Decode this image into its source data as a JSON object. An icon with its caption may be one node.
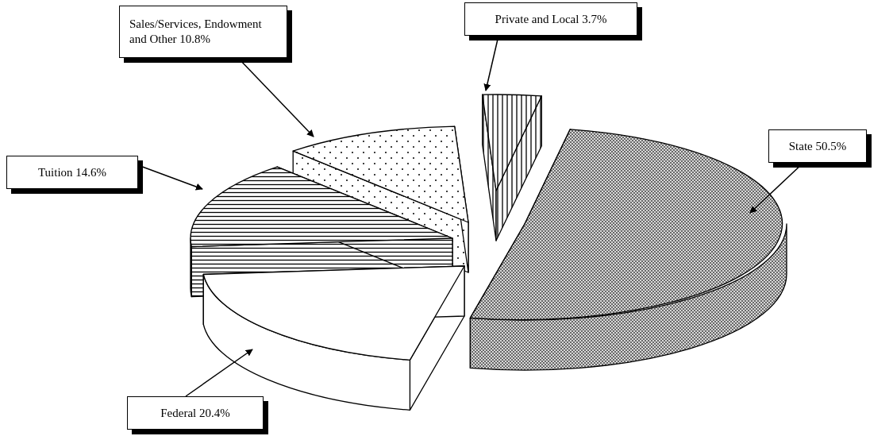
{
  "diagram": {
    "nodes": [
      {
        "text": [
          "Sales/Services, Endowment and Other 10.8%"
        ]
      },
      {
        "text": [
          "Private and Local 3.7%"
        ]
      },
      {
        "text": [
          "State 50.5%"
        ]
      },
      {
        "text": [
          "Tuition 14.6%"
        ]
      },
      {
        "text": [
          "Federal 20.4%"
        ]
      },
      {
        "text": [],
        "shape": "wedge"
      },
      {
        "text": [],
        "shape": "wedge"
      },
      {
        "text": [],
        "shape": "wedge"
      },
      {
        "text": [],
        "shape": "wedge"
      },
      {
        "text": [],
        "shape": "wedge"
      }
    ],
    "edges": [
      {
        "from": 0,
        "to": 5,
        "arrow": "to"
      },
      {
        "from": 1,
        "to": 6,
        "arrow": "to"
      },
      {
        "from": 2,
        "to": 7,
        "arrow": "to"
      },
      {
        "from": 3,
        "to": 8,
        "arrow": "to"
      },
      {
        "from": 4,
        "to": 9,
        "arrow": "to"
      }
    ]
  }
}
